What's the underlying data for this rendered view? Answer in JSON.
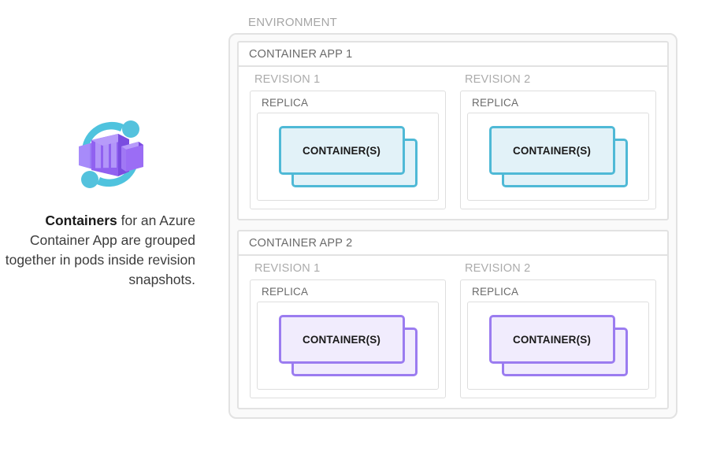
{
  "legend": {
    "icon_name": "azure-container-apps-icon",
    "caption_lead": "Containers",
    "caption_rest": " for an Azure Container App are grouped together in pods inside revision snapshots.",
    "caption_full": "Containers for an Azure Container App are grouped together in pods inside revision snapshots."
  },
  "colors": {
    "cyan_border": "#4FB9D6",
    "cyan_fill": "#E2F2F8",
    "purple_border": "#9B7CF0",
    "purple_fill": "#F1ECFD",
    "box_border": "#E2E2E2",
    "env_fill": "#FAFAFA",
    "label_muted": "#ABABAB",
    "label_dark": "#6B6B6B",
    "icon_purple": "#8B5CF6",
    "icon_cyan": "#4FC3DE"
  },
  "diagram": {
    "environment_label": "ENVIRONMENT",
    "apps": [
      {
        "label": "CONTAINER APP 1",
        "theme": "cyan",
        "revisions": [
          {
            "label": "REVISION 1",
            "replica_label": "REPLICA",
            "container_label": "CONTAINER(S)"
          },
          {
            "label": "REVISION 2",
            "replica_label": "REPLICA",
            "container_label": "CONTAINER(S)"
          }
        ]
      },
      {
        "label": "CONTAINER APP 2",
        "theme": "purple",
        "revisions": [
          {
            "label": "REVISION 1",
            "replica_label": "REPLICA",
            "container_label": "CONTAINER(S)"
          },
          {
            "label": "REVISION 2",
            "replica_label": "REPLICA",
            "container_label": "CONTAINER(S)"
          }
        ]
      }
    ]
  }
}
